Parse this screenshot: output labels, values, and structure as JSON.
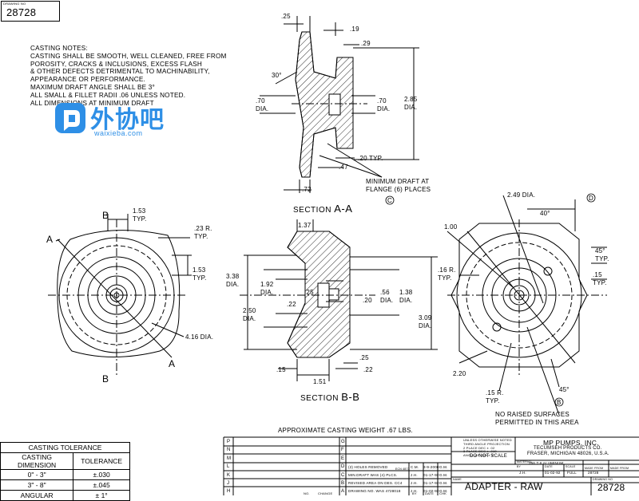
{
  "drawing_no_label": "DRAWING NO",
  "drawing_no": "28728",
  "casting_notes": [
    "CASTING NOTES:",
    "CASTING SHALL BE SMOOTH, WELL CLEANED, FREE FROM",
    "POROSITY, CRACKS & INCLUSIONS, EXCESS FLASH",
    "& OTHER DEFECTS DETRIMENTAL TO MACHINABILITY,",
    "APPEARANCE OR PERFORMANCE.",
    "MAXIMUM DRAFT ANGLE SHALL BE 3°",
    "ALL SMALL & FILLET RADII .06 UNLESS NOTED.",
    "ALL DIMENSIONS AT MINIMUM DRAFT"
  ],
  "watermark": {
    "text": "外协吧",
    "url": "waixieba.com"
  },
  "dims": {
    "d_25_top": ".25",
    "d_19": ".19",
    "d_29": ".29",
    "d_30deg": "30°",
    "d_70_left": ".70",
    "dia": "DIA.",
    "d_70_right": ".70",
    "d_285": "2.85",
    "d_47": ".47",
    "d_20typ": ".20 TYP.",
    "d_72": ".72",
    "min_draft_1": "MINIMUM DRAFT AT",
    "min_draft_2": "FLANGE (6) PLACES",
    "callout_c": "C",
    "d_153_top": "1.53",
    "typ": "TYP.",
    "d_23r": ".23 R.",
    "d_153_right": "1.53",
    "d_416": "4.16 DIA.",
    "lbl_a": "A",
    "lbl_b": "B",
    "d_137": "1.37",
    "d_338": "3.38",
    "d_192": "1.92",
    "d_25_mid": ".25",
    "d_22_mid": ".22",
    "d_250": "2.50",
    "d_56": ".56",
    "d_20_mid": ".20",
    "d_138": "1.38",
    "d_309": "3.09",
    "d_25_bot": ".25",
    "d_15_bot": ".15",
    "d_22_bot": ".22",
    "d_151": "1.51",
    "d_249": "2.49 DIA.",
    "callout_d": "D",
    "d_40deg": "40°",
    "d_100": "1.00",
    "d_45deg_top": "45°",
    "d_15": ".15",
    "d_16r": ".16 R.",
    "d_220": "2.20",
    "d_15r": ".15 R.",
    "d_45deg_bot": "45°",
    "callout_b": "B",
    "no_raised_1": "NO RAISED SURFACES",
    "no_raised_2": "PERMITTED IN THIS AREA"
  },
  "section_aa": {
    "word": "SECTION",
    "letters": "A-A"
  },
  "section_bb": {
    "word": "SECTION",
    "letters": "B-B"
  },
  "weight": "APPROXIMATE CASTING WEIGHT .67 LBS.",
  "tolerance": {
    "title": "CASTING TOLERANCE",
    "col1": "CASTING DIMENSION",
    "col2": "TOLERANCE",
    "rows": [
      {
        "dim": "0\" - 3\"",
        "tol": "±.030"
      },
      {
        "dim": "3\" - 8\"",
        "tol": "±.045"
      },
      {
        "dim": "ANGULAR",
        "tol": "± 1°"
      }
    ]
  },
  "revisions": {
    "letters_left": [
      "P",
      "N",
      "M",
      "L",
      "K",
      "J",
      "H"
    ],
    "letters_mid": [
      "G",
      "F",
      "E",
      "D",
      "C",
      "B",
      "A"
    ],
    "changes": [
      "(2) HOLES REMOVED",
      "MIN.DRAFT WAS (4) PLCS.",
      "REVISED AREA ON DES. CC4",
      "DRAWING NO. WAS 4728018"
    ],
    "notes": "ECN 4873",
    "dates": [
      "3-9-2000",
      "01-17-92",
      "01-17-92",
      "01-02-92"
    ],
    "inits": [
      "G.M.",
      "G.M.",
      "G.M.",
      "G.M."
    ],
    "codes": [
      "C.M.",
      "J.H.",
      "J.H.",
      "J.H."
    ],
    "hdr_no": "NO.",
    "hdr_chg": "CHANGE",
    "hdr_by": "BY",
    "hdr_date": "DATE",
    "hdr_chk": "CHK"
  },
  "title_block": {
    "tol_hdr": "UNLESS OTHERWISE NOTED",
    "tol_lines": [
      "THIRD ANGLE PROJECTION",
      "2 PLACE DEC ± .02",
      "3 PLACE DEC ± .010",
      "ANGULAR DIM ± 1°"
    ],
    "do_not_scale": "DO NOT SCALE",
    "company": "MP PUMPS, INC.",
    "sub1": "TECUMSEH PRODUCTS CO.",
    "sub2": "FRASER, MICHIGAN 48026, U.S.A.",
    "material_lbl": "MATERIAL",
    "material": "356 T-6 ALUMINUM",
    "by_lbl": "BY",
    "by": "J.H.",
    "date_lbl": "DATE",
    "date": "01-02-92",
    "scale_lbl": "SCALE",
    "scale": "FULL",
    "made_from_lbl": "MADE FROM",
    "made_from": "28728",
    "used_on_lbl": "MADE FROM",
    "used_on": "",
    "name_lbl": "NAME",
    "name": "ADAPTER - RAW",
    "dwg_lbl": "DRAWING NO",
    "dwg": "28728"
  }
}
